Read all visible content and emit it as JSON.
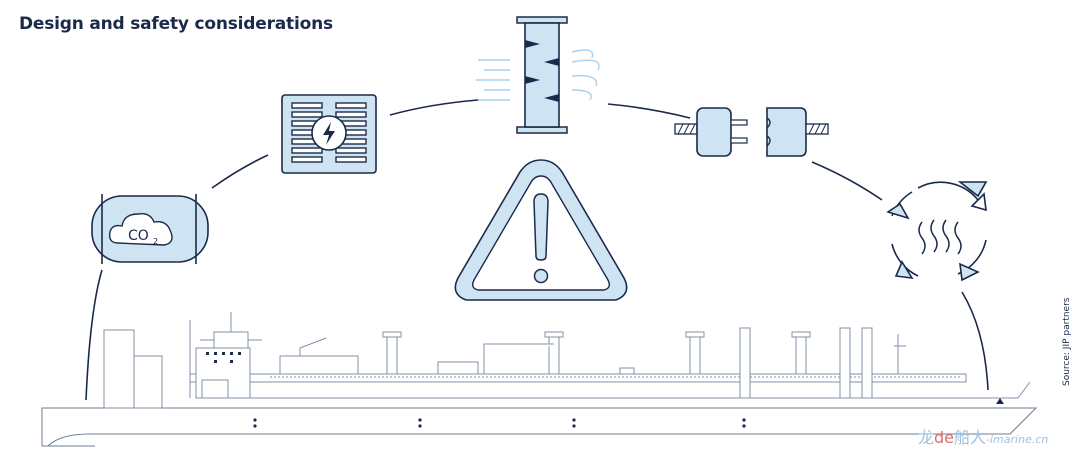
{
  "title": "Design and safety considerations",
  "source": "Source: JIP partners",
  "icons": {
    "co2_tank_label": "CO",
    "co2_tank_sub": "2"
  },
  "watermark": {
    "part1": "龙",
    "part2": "de",
    "part3": "船人",
    "part4": "-imarine.cn"
  },
  "colors": {
    "navy": "#1b2a4a",
    "light_blue": "#cfe4f3",
    "accent_blue": "#a9d0ec"
  }
}
